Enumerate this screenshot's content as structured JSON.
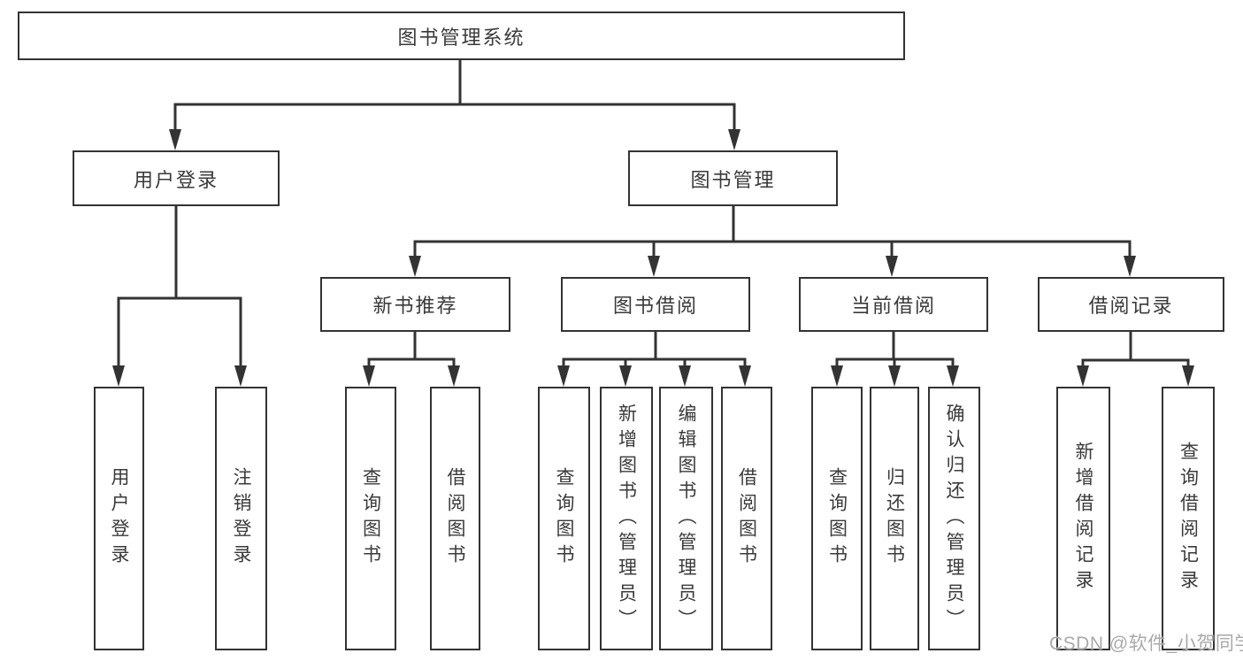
{
  "diagram": {
    "root": {
      "label": "图书管理系统"
    },
    "level2": [
      {
        "label": "用户登录"
      },
      {
        "label": "图书管理"
      }
    ],
    "level3": [
      {
        "label": "新书推荐",
        "parent": "图书管理"
      },
      {
        "label": "图书借阅",
        "parent": "图书管理"
      },
      {
        "label": "当前借阅",
        "parent": "图书管理"
      },
      {
        "label": "借阅记录",
        "parent": "图书管理"
      }
    ],
    "leaves": [
      {
        "label": "用户登录",
        "parent": "用户登录"
      },
      {
        "label": "注销登录",
        "parent": "用户登录"
      },
      {
        "label": "查询图书",
        "parent": "新书推荐"
      },
      {
        "label": "借阅图书",
        "parent": "新书推荐"
      },
      {
        "label": "查询图书",
        "parent": "图书借阅"
      },
      {
        "label": "新增图书（管理员）",
        "parent": "图书借阅"
      },
      {
        "label": "编辑图书（管理员）",
        "parent": "图书借阅"
      },
      {
        "label": "借阅图书",
        "parent": "图书借阅"
      },
      {
        "label": "查询图书",
        "parent": "当前借阅"
      },
      {
        "label": "归还图书",
        "parent": "当前借阅"
      },
      {
        "label": "确认归还（管理员）",
        "parent": "当前借阅"
      },
      {
        "label": "新增借阅记录",
        "parent": "借阅记录"
      },
      {
        "label": "查询借阅记录",
        "parent": "借阅记录"
      }
    ],
    "watermark": {
      "text": "CSDN @软件_小贺同学"
    },
    "colors": {
      "line": "#333333",
      "text": "#3a3a3a",
      "box_background": "#ffffff",
      "page_background": "#ffffff",
      "watermark": "#a9a9a9"
    }
  }
}
